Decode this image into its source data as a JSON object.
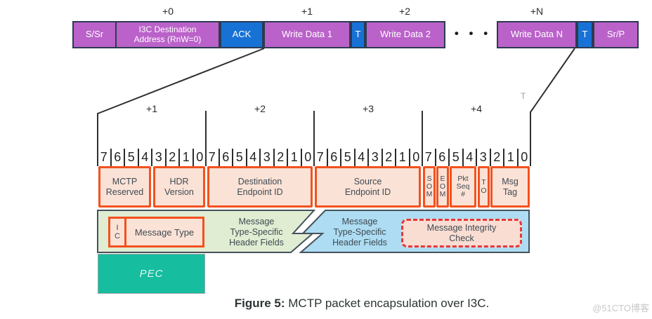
{
  "colors": {
    "purple": "#BA62C9",
    "blue": "#1872D6",
    "box_border": "#2C3B50",
    "orange_border": "#F4511E",
    "peach_fill": "#FBE2D6",
    "green_fill": "#E0EDD2",
    "lightblue_fill": "#AEDCF2",
    "teal": "#16BD9E",
    "dashed_red": "#E5393C"
  },
  "i3c_row": {
    "offset_labels": [
      {
        "text": "+0"
      },
      {
        "text": "+1"
      },
      {
        "text": "+2"
      },
      {
        "text": "+N"
      }
    ],
    "boxes": [
      {
        "label": "S/Sr"
      },
      {
        "label": "I3C Destination\nAddress (RnW=0)"
      },
      {
        "label": "ACK"
      },
      {
        "label": "Write Data 1"
      },
      {
        "label": "T"
      },
      {
        "label": "Write Data 2"
      },
      {
        "label": "Write Data N"
      },
      {
        "label": "T"
      },
      {
        "label": "Sr/P"
      }
    ],
    "ellipsis": "• • •"
  },
  "expanded": {
    "t_marker": "T",
    "byte_offsets": [
      {
        "text": "+1"
      },
      {
        "text": "+2"
      },
      {
        "text": "+3"
      },
      {
        "text": "+4"
      }
    ],
    "bit_labels": [
      "7",
      "6",
      "5",
      "4",
      "3",
      "2",
      "1",
      "0"
    ],
    "header_fields": [
      {
        "label": "MCTP\nReserved"
      },
      {
        "label": "HDR\nVersion"
      },
      {
        "label": "Destination\nEndpoint ID"
      },
      {
        "label": "Source\nEndpoint ID"
      },
      {
        "label": "S\nO\nM"
      },
      {
        "label": "E\nO\nM"
      },
      {
        "label": "Pkt\nSeq\n#"
      },
      {
        "label": "T\nO"
      },
      {
        "label": "Msg\nTag"
      }
    ],
    "ic_label": "I\nC",
    "message_type": "Message Type",
    "green_text": "Message\nType-Specific\nHeader Fields",
    "blue_text": "Message\nType-Specific\nHeader Fields",
    "integrity_check": "Message Integrity\nCheck",
    "pec": "PEC"
  },
  "caption": {
    "prefix": "Figure 5:",
    "text": " MCTP packet encapsulation over I3C."
  },
  "watermark": "@51CTO博客"
}
